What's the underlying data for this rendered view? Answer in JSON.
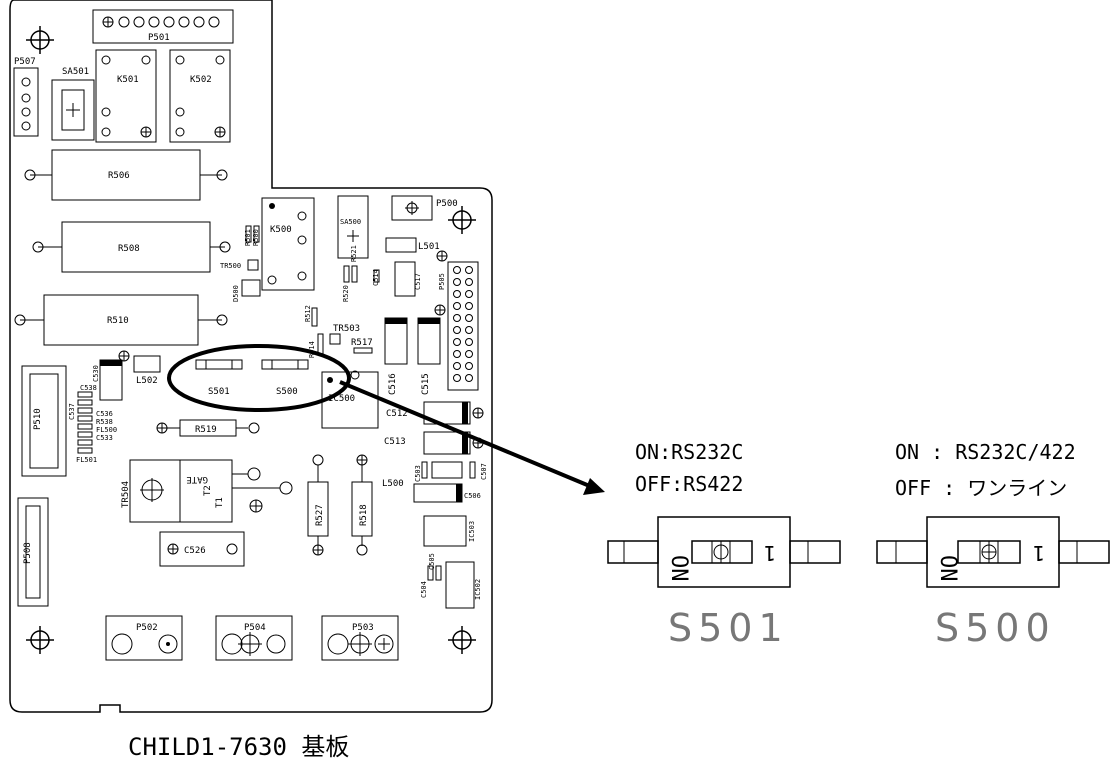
{
  "board": {
    "caption": "CHILD1-7630 基板",
    "labels": {
      "P501": "P501",
      "P507": "P507",
      "SA501": "SA501",
      "K501": "K501",
      "K502": "K502",
      "R506": "R506",
      "R508": "R508",
      "R510": "R510",
      "K500": "K500",
      "SA500": "SA500",
      "P500": "P500",
      "L501": "L501",
      "TR500": "TR500",
      "D500": "D500",
      "R501": "R501",
      "R500": "R500",
      "R520": "R520",
      "R521": "R521",
      "C514": "C514",
      "C517": "C517",
      "P505": "P505",
      "R512": "R512",
      "TR503": "TR503",
      "R517": "R517",
      "R514": "R514",
      "C516": "C516",
      "C515": "C515",
      "C530": "C530",
      "L502": "L502",
      "S501": "S501",
      "S500": "S500",
      "IC500": "IC500",
      "C538": "C538",
      "C537": "C537",
      "C536": "C536",
      "R538": "R538",
      "FL500": "FL500",
      "C533": "C533",
      "FL501": "FL501",
      "P510": "P510",
      "R519": "R519",
      "C512": "C512",
      "C513": "C513",
      "TR504": "TR504",
      "GATE": "GATE",
      "T2": "T2",
      "T1": "T1",
      "R527": "R527",
      "R518": "R518",
      "L500": "L500",
      "C503": "C503",
      "C507": "C507",
      "C506": "C506",
      "P508": "P508",
      "C526": "C526",
      "IC503": "IC503",
      "C504": "C504",
      "C505": "C505",
      "IC502": "IC502",
      "P502": "P502",
      "P504": "P504",
      "P503": "P503"
    }
  },
  "switches": [
    {
      "name": "S501",
      "on_line": "ON:RS232C",
      "off_line": "OFF:RS422",
      "big_label": "S501"
    },
    {
      "name": "S500",
      "on_line": "ON : RS232C/422",
      "off_line": "OFF : ワンライン",
      "big_label": "S500"
    }
  ],
  "switch_mark": {
    "on_text": "ON",
    "one_text": "1"
  }
}
